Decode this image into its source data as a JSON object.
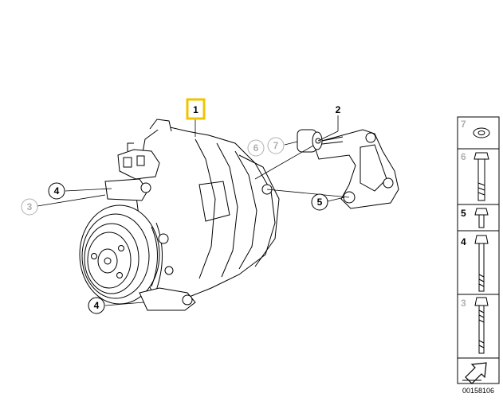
{
  "callouts": {
    "c1": "1",
    "c2": "2",
    "c3": "3",
    "c4a": "4",
    "c4b": "4",
    "c5": "5",
    "c6": "6",
    "c7": "7"
  },
  "sidebar": {
    "items": [
      {
        "label": "7",
        "faded": true,
        "icon": "washer-icon"
      },
      {
        "label": "6",
        "faded": true,
        "icon": "hex-bolt-icon"
      },
      {
        "label": "5",
        "faded": false,
        "icon": "short-bolt-icon"
      },
      {
        "label": "4",
        "faded": false,
        "icon": "long-bolt-icon"
      },
      {
        "label": "3",
        "faded": true,
        "icon": "stud-bolt-icon"
      }
    ]
  },
  "doc_number": "00158106",
  "colors": {
    "highlight": "#f2c400",
    "faded": "#b0b0b0",
    "line": "#000000"
  }
}
